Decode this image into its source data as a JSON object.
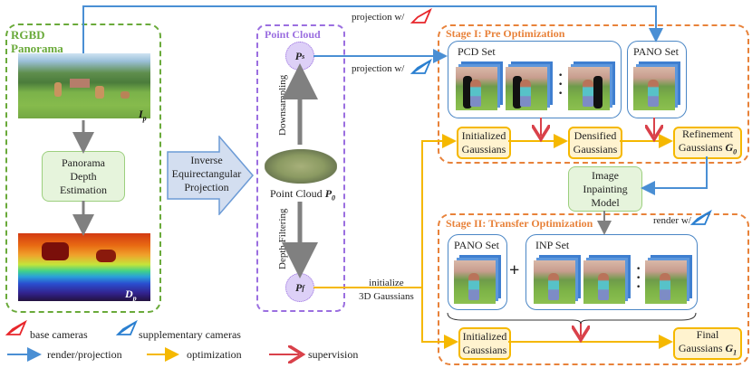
{
  "rgbd_panel": {
    "title_line1": "RGBD",
    "title_line2": "Panorama",
    "rgb_label": "I",
    "rgb_label_sub": "p",
    "depth_step": [
      "Panorama",
      "Depth",
      "Estimation"
    ],
    "depth_label": "D",
    "depth_label_sub": "p"
  },
  "projection_arrow": {
    "lines": [
      "Inverse",
      "Equirectangular",
      "Projection"
    ]
  },
  "point_cloud_panel": {
    "title": "Point Cloud",
    "ps_label": "P",
    "ps_sub": "s",
    "pf_label": "P",
    "pf_sub": "f",
    "p0_caption": "Point Cloud",
    "p0_label": "P",
    "p0_sub": "0",
    "downsampling": "Downsampling",
    "depth_filtering": "Depth Filtering"
  },
  "edge_labels": {
    "projection_base": "projection w/",
    "projection_supp": "projection w/",
    "render_supp": "render w/",
    "initialize_line1": "initialize",
    "initialize_line2": "3D Gaussians"
  },
  "stage1": {
    "title": "Stage I: Pre Optimization",
    "pcd_set": "PCD Set",
    "pano_set": "PANO Set",
    "initialized": [
      "Initialized",
      "Gaussians"
    ],
    "densified": [
      "Densified",
      "Gaussians"
    ],
    "refinement_line1": "Refinement",
    "refinement_line2": "Gaussians",
    "refinement_sym": "G",
    "refinement_sub": "0"
  },
  "inpainting": {
    "lines": [
      "Image",
      "Inpainting",
      "Model"
    ]
  },
  "stage2": {
    "title": "Stage II: Transfer Optimization",
    "pano_set": "PANO Set",
    "inp_set": "INP Set",
    "plus": "+",
    "initialized": [
      "Initialized",
      "Gaussians"
    ],
    "final_line1": "Final",
    "final_line2": "Gaussians",
    "final_sym": "G",
    "final_sub": "1"
  },
  "legend": {
    "base_cameras": "base cameras",
    "supplementary_cameras": "supplementary cameras",
    "render_projection": "render/projection",
    "optimization": "optimization",
    "supervision": "supervision"
  },
  "colors": {
    "render": "#4a8fd4",
    "optimization": "#f5b800",
    "supervision": "#d9414a",
    "base_camera": "#e8262b",
    "supp_camera": "#2a7fd0",
    "rgbd_frame": "#6aaa3a",
    "point_cloud_frame": "#9b6fe0",
    "stage_frame": "#e8823a"
  }
}
